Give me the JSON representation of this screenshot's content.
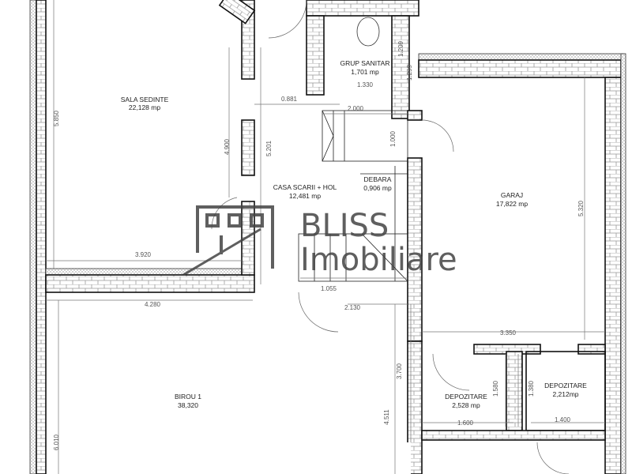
{
  "rooms": {
    "sala_sedinte": {
      "name": "SALA SEDINTE",
      "area": "22,128 mp"
    },
    "grup_sanitar": {
      "name": "GRUP SANITAR",
      "area": "1,701 mp"
    },
    "casa_scarii": {
      "name": "CASA SCARII + HOL",
      "area": "12,481 mp"
    },
    "debara": {
      "name": "DEBARA",
      "area": "0,906 mp"
    },
    "garaj": {
      "name": "GARAJ",
      "area": "17,822 mp"
    },
    "birou": {
      "name": "BIROU 1",
      "area": "38,320"
    },
    "depozitare_1": {
      "name": "DEPOZITARE",
      "area": "2,528 mp"
    },
    "depozitare_2": {
      "name": "DEPOZITARE",
      "area": "2,212mp"
    }
  },
  "dimensions": {
    "d5850": "5.850",
    "d4900": "4.900",
    "d3920": "3.920",
    "d4280": "4.280",
    "d0881": "0.881",
    "d2000": "2.000",
    "d1000": "1.000",
    "d5201": "5.201",
    "d1330": "1.330",
    "d1209": "1.209",
    "d1299": "1.299",
    "d1055": "1.055",
    "d2130": "2.130",
    "d5320": "5.320",
    "d3350": "3.350",
    "d3700": "3.700",
    "d4511": "4.511",
    "d1580": "1.580",
    "d1380": "1.380",
    "d1600": "1.600",
    "d1400": "1.400",
    "d6010": "6.010"
  },
  "watermark": {
    "brand": "BLISS",
    "sub": "Imobiliare"
  }
}
